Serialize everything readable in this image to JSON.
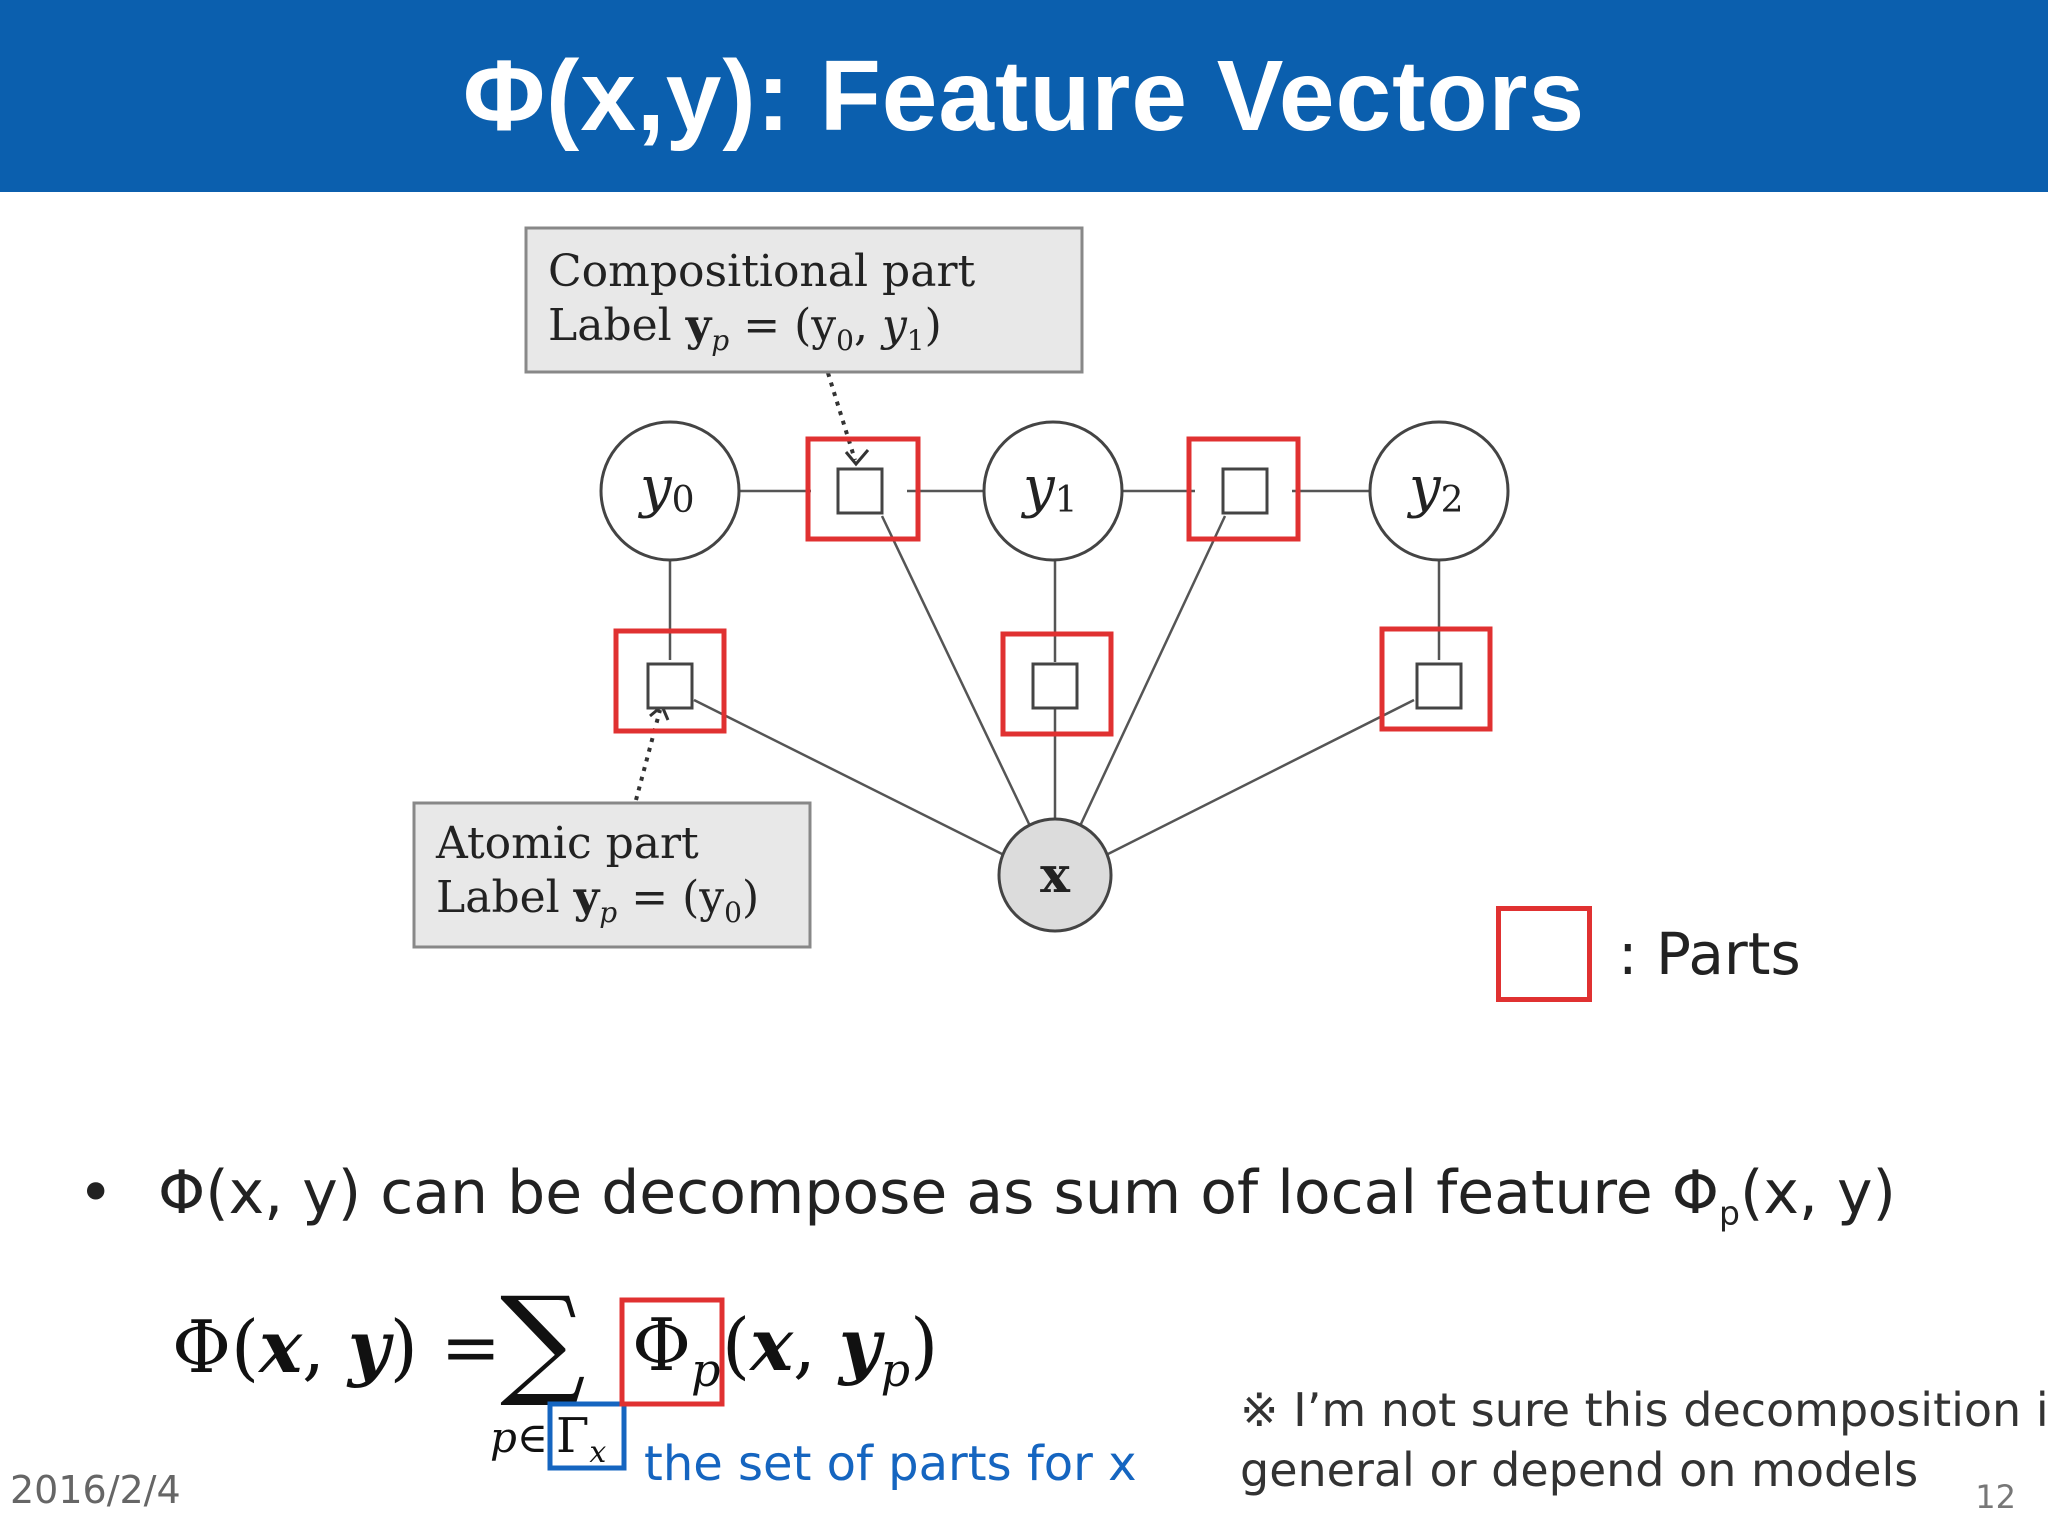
{
  "title": "Φ(x,y): Feature Vectors",
  "diagram": {
    "compositional_line1": "Compositional part",
    "compositional_label_text": "Label ",
    "compositional_label_rest": "= (y",
    "atomic_line1": "Atomic part",
    "atomic_label_text": "Label ",
    "atomic_label_rest": "= (y",
    "node_y": "y",
    "node_x": "x",
    "sub_0": "0",
    "sub_1": "1",
    "sub_2": "2",
    "sub_p": "p",
    "y_bold": "y",
    "comma": ", ",
    "close_paren": ")"
  },
  "legend": {
    "parts_label": ": Parts"
  },
  "bullet": {
    "symbol": "•",
    "text_main": "Φ(x, y) can be decompose as sum of local feature Φ",
    "text_sub": "p",
    "text_tail": "(x, y)"
  },
  "formula": {
    "lhs": "Φ(",
    "x": "x",
    "comma": ", ",
    "y": "y",
    "rhs_close": ") =",
    "sum": "∑",
    "phi": "Φ",
    "p": "p",
    "open": "(",
    "close": ")",
    "under_p": "p∈",
    "gamma": "Γ",
    "gamma_sub": "x"
  },
  "blue_caption": "the set of parts for x",
  "note": {
    "line1": "※ I’m not sure this decomposition is",
    "line2": "general or depend on models"
  },
  "footer": {
    "date": "2016/2/4",
    "page": "12"
  },
  "colors": {
    "title_bg": "#0b5fae",
    "highlight": "#e03131",
    "blue_box": "#1565c0"
  }
}
